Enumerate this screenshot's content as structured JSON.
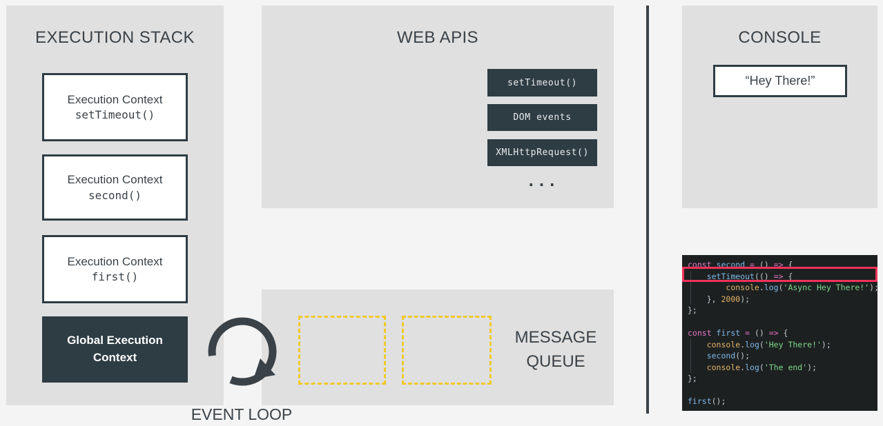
{
  "execution_stack": {
    "title": "EXECUTION STACK",
    "frames": [
      {
        "label": "Execution Context",
        "fn": "setTimeout()"
      },
      {
        "label": "Execution Context",
        "fn": "second()"
      },
      {
        "label": "Execution Context",
        "fn": "first()"
      }
    ],
    "global": {
      "line1": "Global Execution",
      "line2": "Context"
    }
  },
  "web_apis": {
    "title": "WEB APIS",
    "items": [
      {
        "label": "setTimeout()"
      },
      {
        "label": "DOM events"
      },
      {
        "label": "XMLHttpRequest()"
      }
    ],
    "ellipsis": "..."
  },
  "message_queue": {
    "label_line1": "MESSAGE",
    "label_line2": "QUEUE",
    "slots": [
      {
        "content": ""
      },
      {
        "content": ""
      }
    ]
  },
  "event_loop": {
    "label": "EVENT LOOP",
    "icon": "circular-arrow-icon"
  },
  "console": {
    "title": "CONSOLE",
    "entries": [
      {
        "text": "“Hey There!”"
      }
    ]
  },
  "code": {
    "highlighted_line": "setTimeout(() => {",
    "lines": [
      {
        "tokens": [
          {
            "t": "const ",
            "c": "tok-kw"
          },
          {
            "t": "second",
            "c": "tok-fn"
          },
          {
            "t": " = ",
            "c": "tok-op"
          },
          {
            "t": "() ",
            "c": "tok-punc"
          },
          {
            "t": "=> ",
            "c": "tok-op"
          },
          {
            "t": "{",
            "c": "tok-punc"
          }
        ],
        "indent": 0
      },
      {
        "tokens": [
          {
            "t": "setTimeout",
            "c": "tok-fn"
          },
          {
            "t": "(()",
            "c": "tok-punc"
          },
          {
            "t": " => ",
            "c": "tok-op"
          },
          {
            "t": "{",
            "c": "tok-punc"
          }
        ],
        "indent": 1
      },
      {
        "tokens": [
          {
            "t": "console",
            "c": "tok-meth"
          },
          {
            "t": ".",
            "c": "tok-punc"
          },
          {
            "t": "log",
            "c": "tok-prop"
          },
          {
            "t": "(",
            "c": "tok-punc"
          },
          {
            "t": "'Async Hey There!'",
            "c": "tok-str"
          },
          {
            "t": ");",
            "c": "tok-punc"
          }
        ],
        "indent": 2
      },
      {
        "tokens": [
          {
            "t": "}, ",
            "c": "tok-punc"
          },
          {
            "t": "2000",
            "c": "tok-num"
          },
          {
            "t": ");",
            "c": "tok-punc"
          }
        ],
        "indent": 1
      },
      {
        "tokens": [
          {
            "t": "};",
            "c": "tok-punc"
          }
        ],
        "indent": 0
      },
      {
        "tokens": [],
        "indent": 0
      },
      {
        "tokens": [
          {
            "t": "const ",
            "c": "tok-kw"
          },
          {
            "t": "first",
            "c": "tok-fn"
          },
          {
            "t": " = ",
            "c": "tok-op"
          },
          {
            "t": "() ",
            "c": "tok-punc"
          },
          {
            "t": "=> ",
            "c": "tok-op"
          },
          {
            "t": "{",
            "c": "tok-punc"
          }
        ],
        "indent": 0
      },
      {
        "tokens": [
          {
            "t": "console",
            "c": "tok-meth"
          },
          {
            "t": ".",
            "c": "tok-punc"
          },
          {
            "t": "log",
            "c": "tok-prop"
          },
          {
            "t": "(",
            "c": "tok-punc"
          },
          {
            "t": "'Hey There!'",
            "c": "tok-str"
          },
          {
            "t": ");",
            "c": "tok-punc"
          }
        ],
        "indent": 1
      },
      {
        "tokens": [
          {
            "t": "second",
            "c": "tok-fn"
          },
          {
            "t": "();",
            "c": "tok-punc"
          }
        ],
        "indent": 1
      },
      {
        "tokens": [
          {
            "t": "console",
            "c": "tok-meth"
          },
          {
            "t": ".",
            "c": "tok-punc"
          },
          {
            "t": "log",
            "c": "tok-prop"
          },
          {
            "t": "(",
            "c": "tok-punc"
          },
          {
            "t": "'The end'",
            "c": "tok-str"
          },
          {
            "t": ");",
            "c": "tok-punc"
          }
        ],
        "indent": 1
      },
      {
        "tokens": [
          {
            "t": "};",
            "c": "tok-punc"
          }
        ],
        "indent": 0
      },
      {
        "tokens": [],
        "indent": 0
      },
      {
        "tokens": [
          {
            "t": "first",
            "c": "tok-fn"
          },
          {
            "t": "();",
            "c": "tok-punc"
          }
        ],
        "indent": 0
      }
    ]
  },
  "colors": {
    "panel_bg": "#e0e0e0",
    "page_bg": "#f4f4f4",
    "dark": "#2e3c44",
    "queue_dashed": "#f0c929",
    "highlight": "#f0325a",
    "code_bg": "#1d2021"
  },
  "watermark": {
    "text": ""
  }
}
